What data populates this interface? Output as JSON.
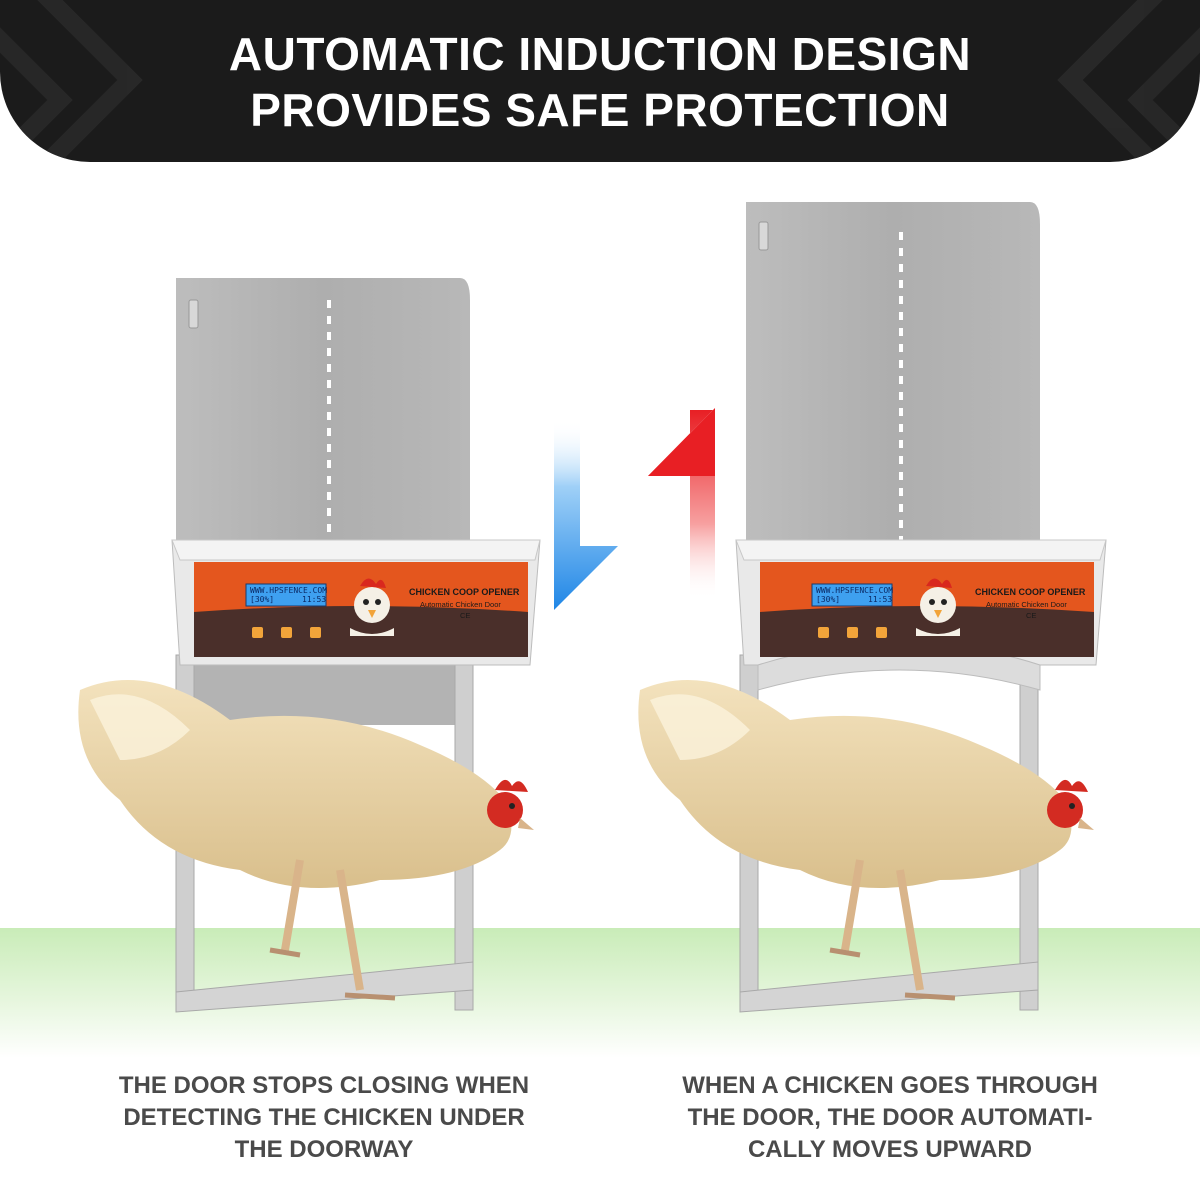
{
  "header": {
    "title_line1": "AUTOMATIC INDUCTION DESIGN",
    "title_line2": "PROVIDES SAFE PROTECTION",
    "background_color": "#1b1b1b"
  },
  "left_product": {
    "lcd_line1": "WWW.HPSFENCE.COM",
    "lcd_line2_left": "[30%]",
    "lcd_line2_right": "11:53",
    "panel_title": "CHICKEN COOP OPENER",
    "panel_subtitle": "Automatic Chicken Door",
    "ce_mark": "CE",
    "caption_line1": "THE DOOR STOPS CLOSING WHEN",
    "caption_line2": "DETECTING THE CHICKEN UNDER",
    "caption_line3": "THE DOORWAY"
  },
  "right_product": {
    "lcd_line1": "WWW.HPSFENCE.COM",
    "lcd_line2_left": "[30%]",
    "lcd_line2_right": "11:53",
    "panel_title": "CHICKEN COOP OPENER",
    "panel_subtitle": "Automatic Chicken Door",
    "ce_mark": "CE",
    "caption_line1": "WHEN A CHICKEN GOES THROUGH",
    "caption_line2": "THE DOOR, THE DOOR AUTOMATI-",
    "caption_line3": "CALLY MOVES UPWARD"
  },
  "arrows": {
    "down_color": "#2a8ee8",
    "up_color": "#e8262a"
  },
  "colors": {
    "panel_orange": "#e4561e",
    "panel_dark": "#4a2f2a",
    "lcd_blue": "#3ea0f0",
    "ground_green": "#c9ecb8"
  }
}
